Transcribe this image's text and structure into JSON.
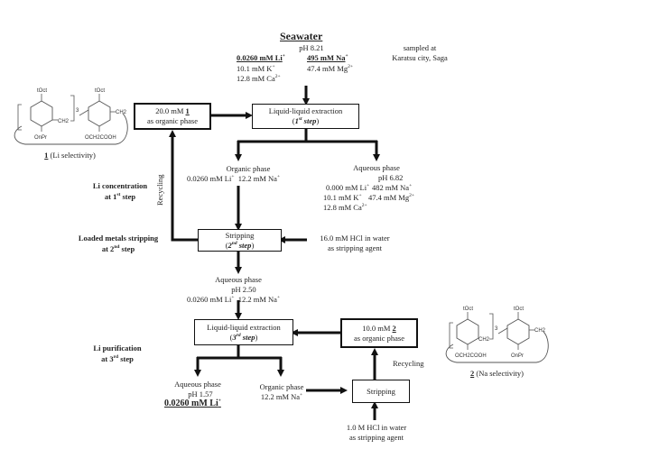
{
  "title": "Seawater",
  "seawater": {
    "ph": "pH 8.21",
    "sampled_line1": "sampled at",
    "sampled_line2": "Karatsu city, Saga",
    "li": "0.0260 mM Li",
    "na": "495 mM Na",
    "k": "10.1 mM K",
    "mg": "47.4 mM Mg",
    "ca": "12.8 mM Ca"
  },
  "molecule1": {
    "substituent_top": "tOct",
    "substituent_o": "OnPr",
    "substituent_acid": "OCH2COOH",
    "ch2": "CH2",
    "repeat": "3",
    "caption_num": "1",
    "caption_text": "(Li selectivity)"
  },
  "molecule2": {
    "substituent_top": "tOct",
    "substituent_o": "OnPr",
    "substituent_acid": "OCH2COOH",
    "ch2": "CH2",
    "repeat": "3",
    "caption_num": "2",
    "caption_text": "(Na selectivity)"
  },
  "boxes": {
    "organic1_line1": "20.0 mM ",
    "organic1_num": "1",
    "organic1_line2": "as organic phase",
    "lle1_line1": "Liquid-liquid extraction",
    "lle1_step_num": "1",
    "lle1_step_sup": "st",
    "lle1_step_word": "step",
    "strip2_line1": "Stripping",
    "strip2_step_num": "2",
    "strip2_step_sup": "nd",
    "strip2_step_word": "step",
    "lle3_line1": "Liquid-liquid extraction",
    "lle3_step_num": "3",
    "lle3_step_sup": "rd",
    "lle3_step_word": "step",
    "organic2_line1": "10.0 mM ",
    "organic2_num": "2",
    "organic2_line2": "as organic phase",
    "strip_final": "Stripping"
  },
  "phases": {
    "org1_title": "Organic phase",
    "org1_li": "0.0260 mM Li",
    "org1_na": "12.2 mM Na",
    "aq1_title": "Aqueous phase",
    "aq1_ph": "pH 6.82",
    "aq1_li": "0.000 mM Li",
    "aq1_na": "482 mM Na",
    "aq1_k": "10.1 mM K",
    "aq1_mg": "47.4 mM Mg",
    "aq1_ca": "12.8 mM Ca",
    "aq2_title": "Aqueous phase",
    "aq2_ph": "pH 2.50",
    "aq2_li": "0.0260 mM Li",
    "aq2_na": "12.2 mM Na",
    "aq3_title": "Aqueous phase",
    "aq3_ph": "pH 1.57",
    "aq3_li": "0.0260 mM Li",
    "org3_title": "Organic phase",
    "org3_na": "12.2 mM Na"
  },
  "agents": {
    "hcl1_line1": "16.0 mM HCl in water",
    "hcl1_line2": "as stripping agent",
    "hcl2_line1": "1.0 M HCl in water",
    "hcl2_line2": "as stripping agent"
  },
  "recycling": {
    "left": "Recycling",
    "right": "Recycling"
  },
  "steps": {
    "s1_line1": "Li concentration",
    "s1_line2_pre": "at 1",
    "s1_sup": "st",
    "s1_line2_post": " step",
    "s2_line1": "Loaded metals stripping",
    "s2_line2_pre": "at 2",
    "s2_sup": "nd",
    "s2_line2_post": " step",
    "s3_line1": "Li purification",
    "s3_line2_pre": "at 3",
    "s3_sup": "rd",
    "s3_line2_post": " step"
  },
  "charges": {
    "plus": "+",
    "two_plus": "2+"
  }
}
